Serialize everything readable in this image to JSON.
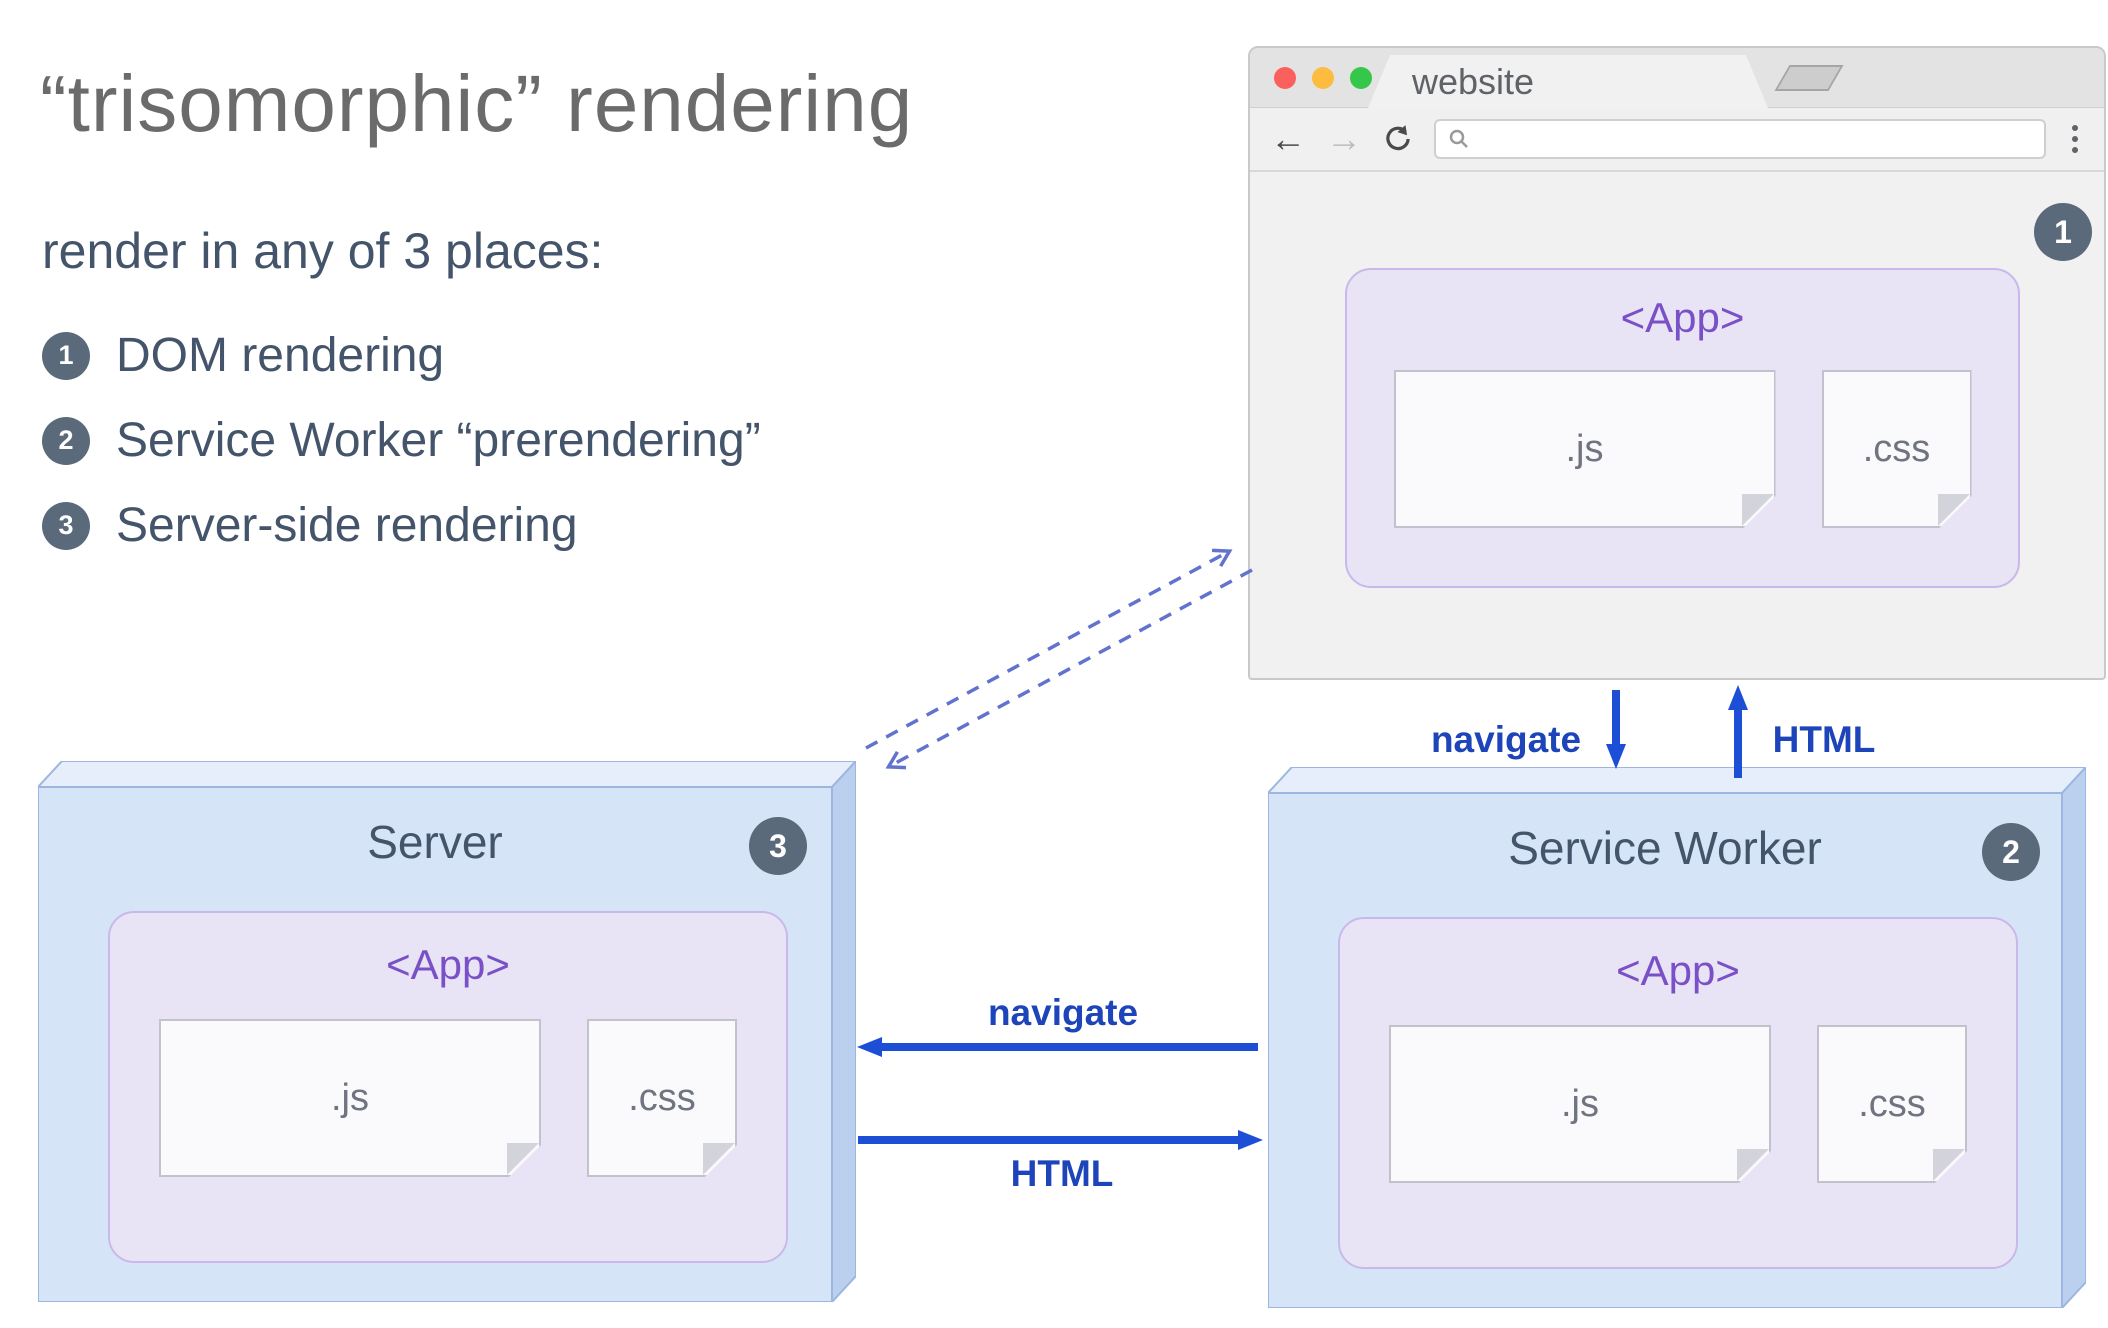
{
  "heading": {
    "title": "“trisomorphic” rendering",
    "subtitle": "render in any of 3 places:"
  },
  "legend": [
    {
      "num": "1",
      "label": "DOM rendering"
    },
    {
      "num": "2",
      "label": "Service Worker “prerendering”"
    },
    {
      "num": "3",
      "label": "Server-side rendering"
    }
  ],
  "browser": {
    "tab_title": "website",
    "badge": "1",
    "app": {
      "label": "<App>",
      "js": ".js",
      "css": ".css"
    }
  },
  "server": {
    "title": "Server",
    "badge": "3",
    "app": {
      "label": "<App>",
      "js": ".js",
      "css": ".css"
    }
  },
  "service_worker": {
    "title": "Service Worker",
    "badge": "2",
    "app": {
      "label": "<App>",
      "js": ".js",
      "css": ".css"
    }
  },
  "arrows": {
    "browser_to_sw": "navigate",
    "sw_to_browser": "HTML",
    "sw_to_server": "navigate",
    "server_to_sw": "HTML"
  },
  "colors": {
    "arrow_blue": "#1d4fd6",
    "dashed_blue": "#6272cf",
    "label_blue": "#1d44b8",
    "badge_bg": "#5a6a7b",
    "app_purple": "#7a50c7",
    "app_lavender": "#e9e3f6",
    "box_blue_front": "#d6e4f8",
    "box_blue_side": "#bad0ee",
    "text_slate": "#44546a"
  }
}
